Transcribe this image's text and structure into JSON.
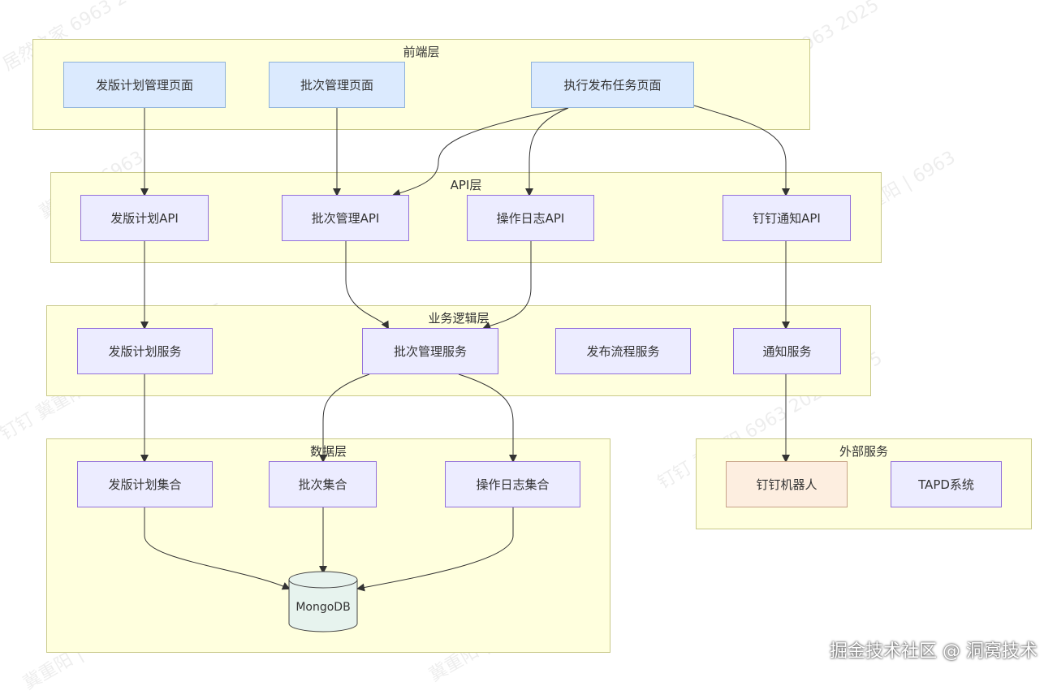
{
  "layers": {
    "frontend": "前端层",
    "api": "API层",
    "service": "业务逻辑层",
    "data": "数据层",
    "external": "外部服务"
  },
  "nodes": {
    "release_plan_page": "发版计划管理页面",
    "batch_page": "批次管理页面",
    "exec_page": "执行发布任务页面",
    "release_plan_api": "发版计划API",
    "batch_api": "批次管理API",
    "oplog_api": "操作日志API",
    "dingtalk_api": "钉钉通知API",
    "release_plan_service": "发版计划服务",
    "batch_service": "批次管理服务",
    "release_flow_service": "发布流程服务",
    "notify_service": "通知服务",
    "release_plan_collection": "发版计划集合",
    "batch_collection": "批次集合",
    "oplog_collection": "操作日志集合",
    "mongodb": "MongoDB",
    "dingtalk_bot": "钉钉机器人",
    "tapd": "TAPD系统"
  },
  "watermark": {
    "brand": "掘金技术社区 @ 洞窝技术",
    "marks": [
      "居然之家 6963 2025",
      "冀重阳 | 6963",
      "钉钉 冀重阳 6963 2025-11-05"
    ]
  },
  "colors": {
    "layer_fill": "#ffffde",
    "node_fill": "#ececff",
    "node_border": "#9370db",
    "frontend_fill": "#dbeafe",
    "bot_fill": "#fdeee0"
  }
}
